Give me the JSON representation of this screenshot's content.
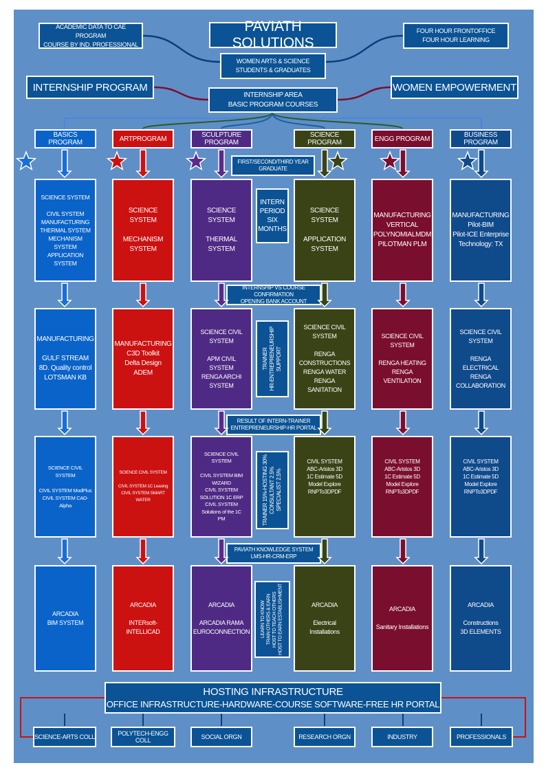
{
  "header": {
    "title": "PAVIATH SOLUTIONS",
    "left_note": "ACADEMIC DATA TO CAE PROGRAM\nCOURSE BY IND. PROFESSIONAL",
    "right_note": "FOUR HOUR FRONTOFFICE\nFOUR HOUR LEARNING",
    "center_note": "WOMEN ARTS & SCIENCE\nSTUDENTS & GRADUATES",
    "internship_program": "INTERNSHIP PROGRAM",
    "women_empowerment": "WOMEN EMPOWERMENT",
    "internship_area": "INTERNSHIP AREA\nBASIC PROGRAM COURSES"
  },
  "programs": [
    "BASICS PROGRAM",
    "ARTPROGRAM",
    "SCULPTURE PROGRAM",
    "SCIENCE PROGRAM",
    "ENGG PROGRAM",
    "BUSINESS PROGRAM"
  ],
  "star_colors": [
    "#1a6fd6",
    "#cc1111",
    "#5b2a8c",
    "#3a4316",
    "#7a0e2e",
    "#0f4a8b"
  ],
  "notes": {
    "year": "FIRST/SECOND/THIRD YEAR\nGRADUATE",
    "intern_period": "INTERN\nPERIOD\nSIX\nMONTHS",
    "confirmation": "INTERNSHIP VS COURSE CONFIRMATION\nOPENING BANK ACCOUNT",
    "trainer": "TRAINER\nHR-ENTREPRENEURSHIP\nSUPPORT",
    "result": "RESULT OF INTERN-TRAINER\nENTREPRENEURSHIP-HR PORTAL",
    "hosting_split": "TRAINER 15%-HOSTING 30%\nCONSULTANT 2.5%\nSPECIALIST 2.5%",
    "knowledge": "PAVIATH KNOWLEDGE SYSTEM\nLMS-HR-CRM-ERP",
    "learn": "LEARN TO KNOW\nTRAIN OTHERS & EARN\nHOST TO TEACH OTHERS\nHOST TO EARN ESTABLISHMENT"
  },
  "rows": [
    [
      "SCIENCE SYSTEM\n\nCIVIL SYSTEM\nMANUFACTURING\nTHERMAL SYSTEM\nMECHANISM SYSTEM\nAPPLICATION\nSYSTEM",
      "SCIENCE SYSTEM\n\nMECHANISM SYSTEM",
      "SCIENCE SYSTEM\n\nTHERMAL SYSTEM",
      "SCIENCE SYSTEM\n\nAPPLICATION SYSTEM",
      "MANUFACTURING\nVERTICAL\nPOLYNOMIALMDM\nPILOTMAN PLM",
      "MANUFACTURING\nPilot-BIM\nPilot-ICE Enterprise\nTechnology: TX"
    ],
    [
      "MANUFACTURING\n\nGULF STREAM\n8D. Quality control\nLOTSMAN KB",
      "MANUFACTURING\nC3D Toolkit\nDelta Design\nADEM",
      "SCIENCE CIVIL SYSTEM\n\nAPM CIVIL SYSTEM\nRENGA ARCHI SYSTEM",
      "SCIENCE CIVIL SYSTEM\n\nRENGA CONSTRUCTIONS\nRENGA WATER\nRENGA SANITATION",
      "SCIENCE CIVIL SYSTEM\n\nRENGA HEATING\nRENGA VENTILATION",
      "SCIENCE CIVIL SYSTEM\n\nRENGA ELECTRICAL\nRENGA COLLABORATION"
    ],
    [
      "SCIENCE CIVIL SYSTEM\n\nCIVIL SYSTEM ModPlus\nCIVIL SYSTEM CAD-Alpha",
      "SCIENCE CIVIL SYSTEM\n\nCIVIL SYSTEM 1C Leasing\nCIVIL SYSTEM SMART WATER",
      "SCIENCE CIVIL\nSYSTEM\n\nCIVIL SYSTEM BIM\nWIZARD\nCIVIL SYSTEM\nSOLUTION 1C ERP\nCIVIL SYSTEM\nSolutions of the 1C\nPM",
      "CIVIL SYSTEM\nABC-Aristos 3D\n1C Estimate 5D\nModel Explore\nRNPTo3DPDF",
      "CIVIL SYSTEM\nABC-Aristos 3D\n1C Estimate 5D\nModel Explore\nRNPTo3DPDF",
      "CIVIL SYSTEM\nABC-Aristos 3D\n1C Estimate 5D\nModel Explore\nRNPTo3DPDF"
    ],
    [
      "ARCADIA\nBIM SYSTEM",
      "ARCADIA\n\nINTERsoft-INTELLICAD",
      "ARCADIA\n\nARCADIA RAMA\nEUROCONNECTION",
      "ARCADIA\n\nElectrical Installations",
      "ARCADIA\n\nSanitary Installations",
      "ARCADIA\n\nConstructions\n3D ELEMENTS"
    ]
  ],
  "footer": {
    "hosting_title": "HOSTING INFRASTRUCTURE",
    "hosting_sub": "OFFICE INFRASTRUCTURE-HARDWARE-COURSE SOFTWARE-FREE HR PORTAL",
    "items": [
      "SCIENCE-ARTS COLL",
      "POLYTECH-ENGG COLL",
      "SOCIAL ORGN",
      "RESEARCH ORGN",
      "INDUSTRY",
      "PROFESSIONALS"
    ]
  }
}
